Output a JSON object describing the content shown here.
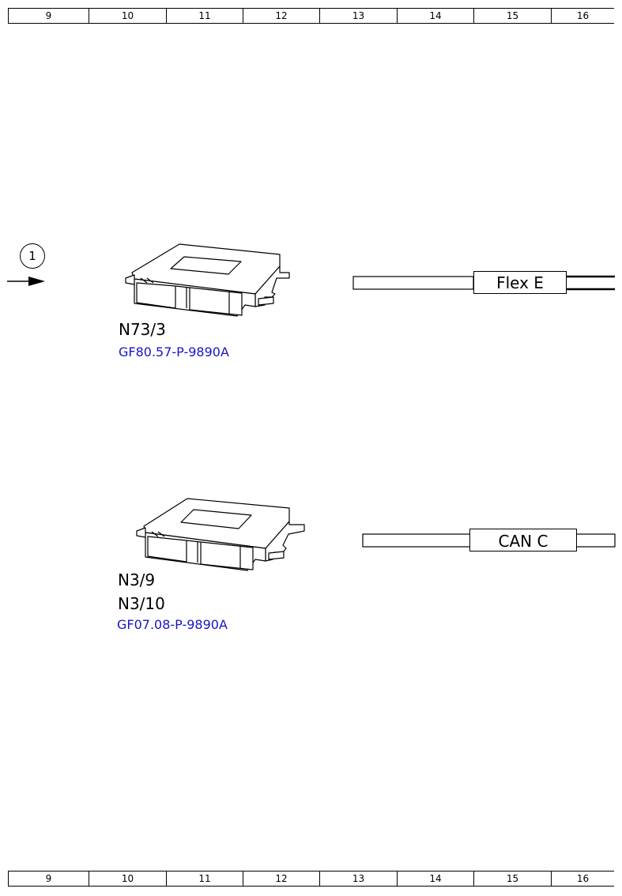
{
  "ruler": {
    "columns": [
      "9",
      "10",
      "11",
      "12",
      "13",
      "14",
      "15",
      "16"
    ]
  },
  "reference_marker": {
    "label": "1"
  },
  "components": [
    {
      "codes": [
        "N73/3"
      ],
      "reference": "GF80.57-P-9890A",
      "bus_label": "Flex E"
    },
    {
      "codes": [
        "N3/9",
        "N3/10"
      ],
      "reference": "GF07.08-P-9890A",
      "bus_label": "CAN C"
    }
  ],
  "colors": {
    "line": "#000000",
    "reference_link": "#1515c8"
  }
}
